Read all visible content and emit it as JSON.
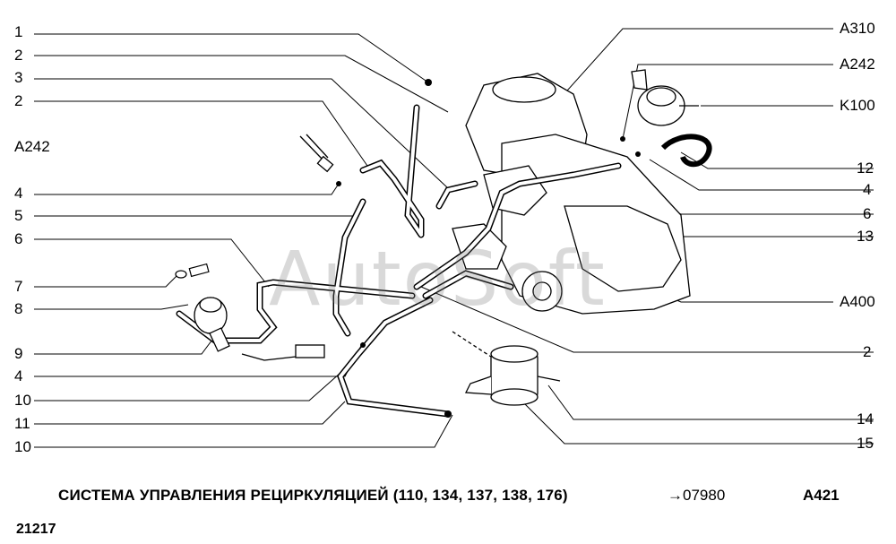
{
  "left_labels": [
    "1",
    "2",
    "3",
    "2",
    "A242",
    "4",
    "5",
    "6",
    "7",
    "8",
    "9",
    "4",
    "10",
    "11",
    "10"
  ],
  "right_labels": [
    "A310",
    "A242",
    "K100",
    "12",
    "4",
    "6",
    "13",
    "A400",
    "2",
    "14",
    "15"
  ],
  "caption": "СИСТЕМА УПРАВЛЕНИЯ РЕЦИРКУЛЯЦИЕЙ (110, 134, 137, 138, 176)",
  "ref": "→07980",
  "code": "A421",
  "model": "21217",
  "watermark": "AutoSoft"
}
